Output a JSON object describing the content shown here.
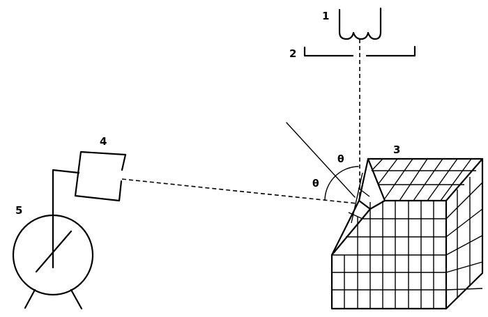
{
  "labels": {
    "filament": "1",
    "aperture": "2",
    "crystal": "3",
    "detector": "4",
    "counter": "5"
  },
  "angles": {
    "incident": "θ",
    "reflected": "θ"
  }
}
